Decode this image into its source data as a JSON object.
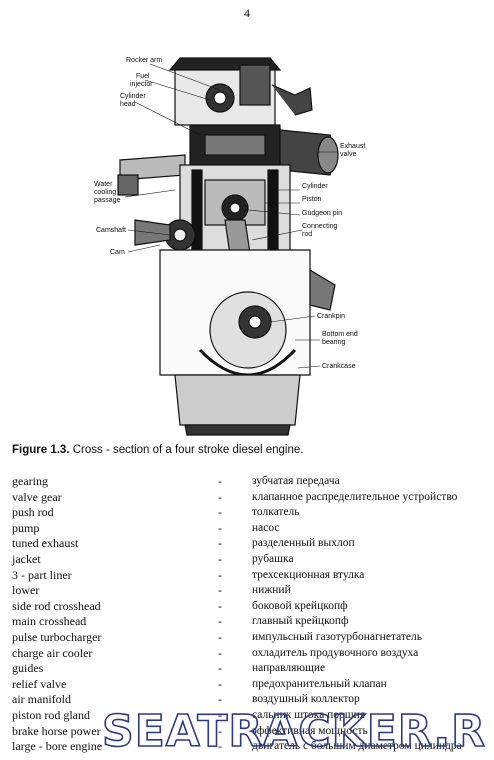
{
  "page": {
    "number": "4"
  },
  "figure": {
    "labels": {
      "rocker_arm": "Rocker arm",
      "fuel_injector_1": "Fuel",
      "fuel_injector_2": "injector",
      "cylinder_head_1": "Cylinder",
      "cylinder_head_2": "head",
      "exhaust_valve_1": "Exhaust",
      "exhaust_valve_2": "valve",
      "water_cooling_1": "Water",
      "water_cooling_2": "cooling",
      "water_cooling_3": "passage",
      "cylinder": "Cylinder",
      "piston": "Piston",
      "gudgeon_pin": "Gudgeon pin",
      "connecting_rod_1": "Connecting",
      "connecting_rod_2": "rod",
      "camshaft": "Camshaft",
      "cam": "Cam",
      "crankpin": "Crankpin",
      "bottom_end_1": "Bottom end",
      "bottom_end_2": "bearing",
      "crankcase": "Crankcase"
    },
    "caption": {
      "label": "Figure 1.3.",
      "text": " Cross - section of a four stroke diesel engine."
    }
  },
  "glossary": [
    {
      "en": "gearing",
      "dash": "-",
      "ru": "зубчатая передача"
    },
    {
      "en": "valve gear",
      "dash": "-",
      "ru": "клапанное распределительное устройство"
    },
    {
      "en": "push rod",
      "dash": "-",
      "ru": "толкатель"
    },
    {
      "en": "pump",
      "dash": "-",
      "ru": "насос"
    },
    {
      "en": "tuned exhaust",
      "dash": "-",
      "ru": "разделенный выхлоп"
    },
    {
      "en": "jacket",
      "dash": "-",
      "ru": "рубашка"
    },
    {
      "en": "3 - part liner",
      "dash": "-",
      "ru": "трехсекционная втулка"
    },
    {
      "en": "lower",
      "dash": "-",
      "ru": "нижний"
    },
    {
      "en": "side rod crosshead",
      "dash": "-",
      "ru": "боковой крейцкопф"
    },
    {
      "en": "main crosshead",
      "dash": "-",
      "ru": "главный крейцкопф"
    },
    {
      "en": "pulse turbocharger",
      "dash": "-",
      "ru": "импульсный газотурбонагнетатель"
    },
    {
      "en": "charge air cooler",
      "dash": "-",
      "ru": "охладитель продувочного воздуха"
    },
    {
      "en": "guides",
      "dash": "-",
      "ru": "направляющие"
    },
    {
      "en": "relief valve",
      "dash": "-",
      "ru": "предохранительный клапан"
    },
    {
      "en": "air manifold",
      "dash": "-",
      "ru": "воздушный коллектор"
    },
    {
      "en": "piston rod gland",
      "dash": "-",
      "ru": "сальник штока поршня"
    },
    {
      "en": "brake horse power",
      "dash": "-",
      "ru": "эффективная мощность"
    },
    {
      "en": "large - bore engine",
      "dash": "-",
      "ru": "двигатель с большим диаметром цилиндра"
    }
  ],
  "watermark": {
    "text": "SEATRACKER.RU"
  }
}
